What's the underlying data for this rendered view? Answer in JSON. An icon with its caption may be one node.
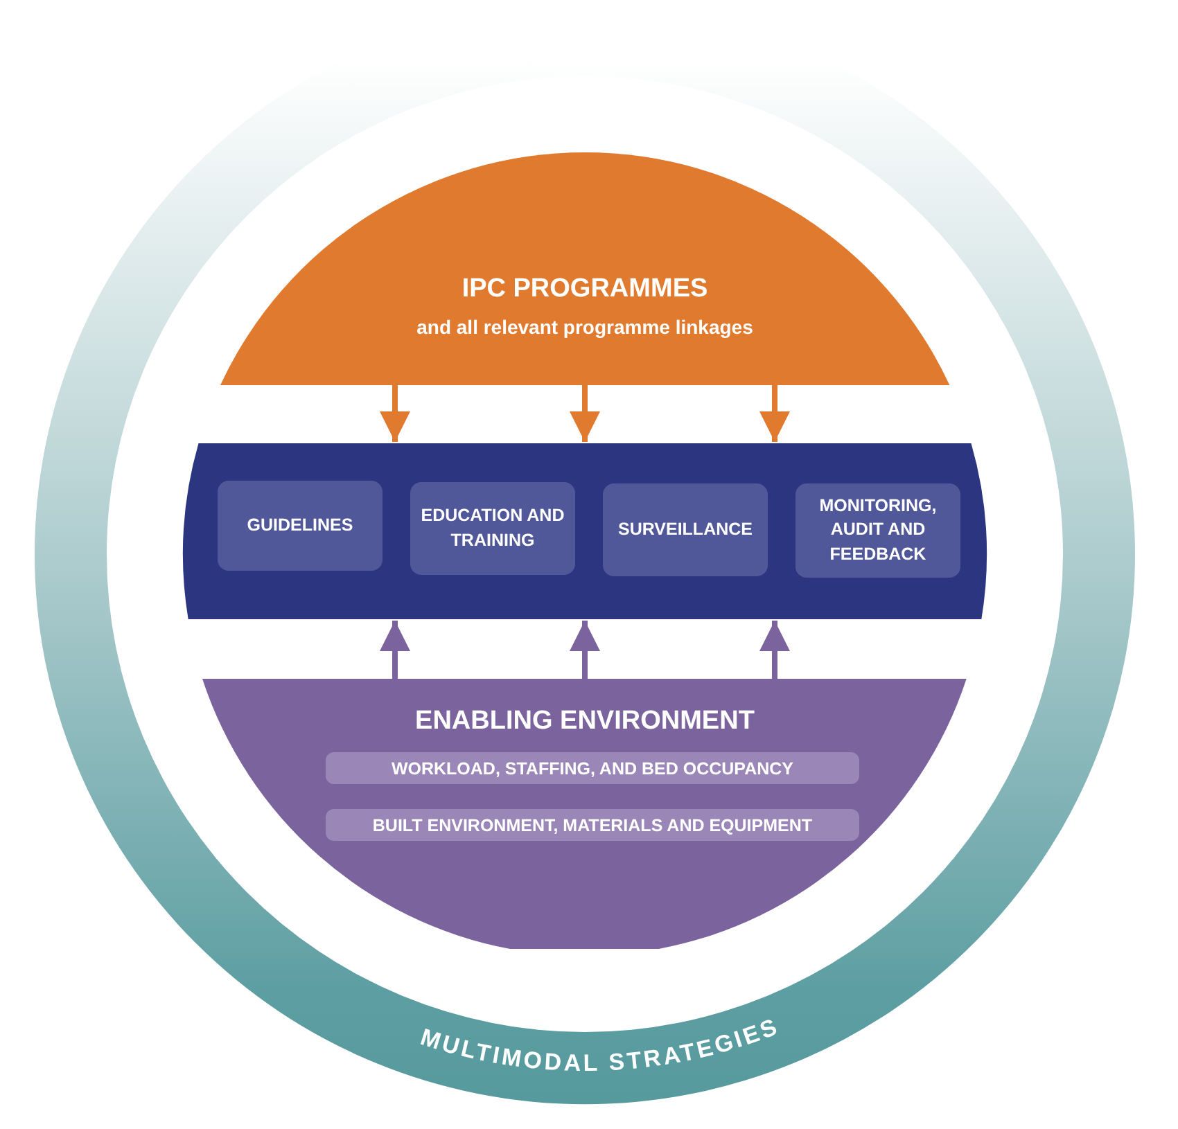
{
  "diagram": {
    "nodes": [
      {
        "text": [
          "MULTIMODAL STRATEGIES"
        ]
      },
      {
        "text": [
          "IPC PROGRAMMES",
          "and all relevant programme linkages"
        ],
        "in": 0
      },
      {
        "text": [],
        "shape": "band",
        "in": 0
      },
      {
        "text": [
          "GUIDELINES"
        ],
        "in": 2
      },
      {
        "text": [
          "EDUCATION AND TRAINING"
        ],
        "in": 2
      },
      {
        "text": [
          "SURVEILLANCE"
        ],
        "in": 2
      },
      {
        "text": [
          "MONITORING, AUDIT AND FEEDBACK"
        ],
        "in": 2
      },
      {
        "text": [
          "ENABLING ENVIRONMENT"
        ],
        "in": 0
      },
      {
        "text": [
          "WORKLOAD, STAFFING, AND BED OCCUPANCY"
        ],
        "in": 7
      },
      {
        "text": [
          "BUILT ENVIRONMENT, MATERIALS AND EQUIPMENT"
        ],
        "in": 7
      }
    ],
    "edges": [
      {
        "from": 1,
        "to": 2,
        "arrow": "to",
        "color": "#e07a2e"
      },
      {
        "from": 1,
        "to": 2,
        "arrow": "to",
        "color": "#e07a2e"
      },
      {
        "from": 1,
        "to": 2,
        "arrow": "to",
        "color": "#e07a2e"
      },
      {
        "from": 7,
        "to": 2,
        "arrow": "to",
        "color": "#7b649e"
      },
      {
        "from": 7,
        "to": 2,
        "arrow": "to",
        "color": "#7b649e"
      },
      {
        "from": 7,
        "to": 2,
        "arrow": "to",
        "color": "#7b649e"
      }
    ]
  }
}
